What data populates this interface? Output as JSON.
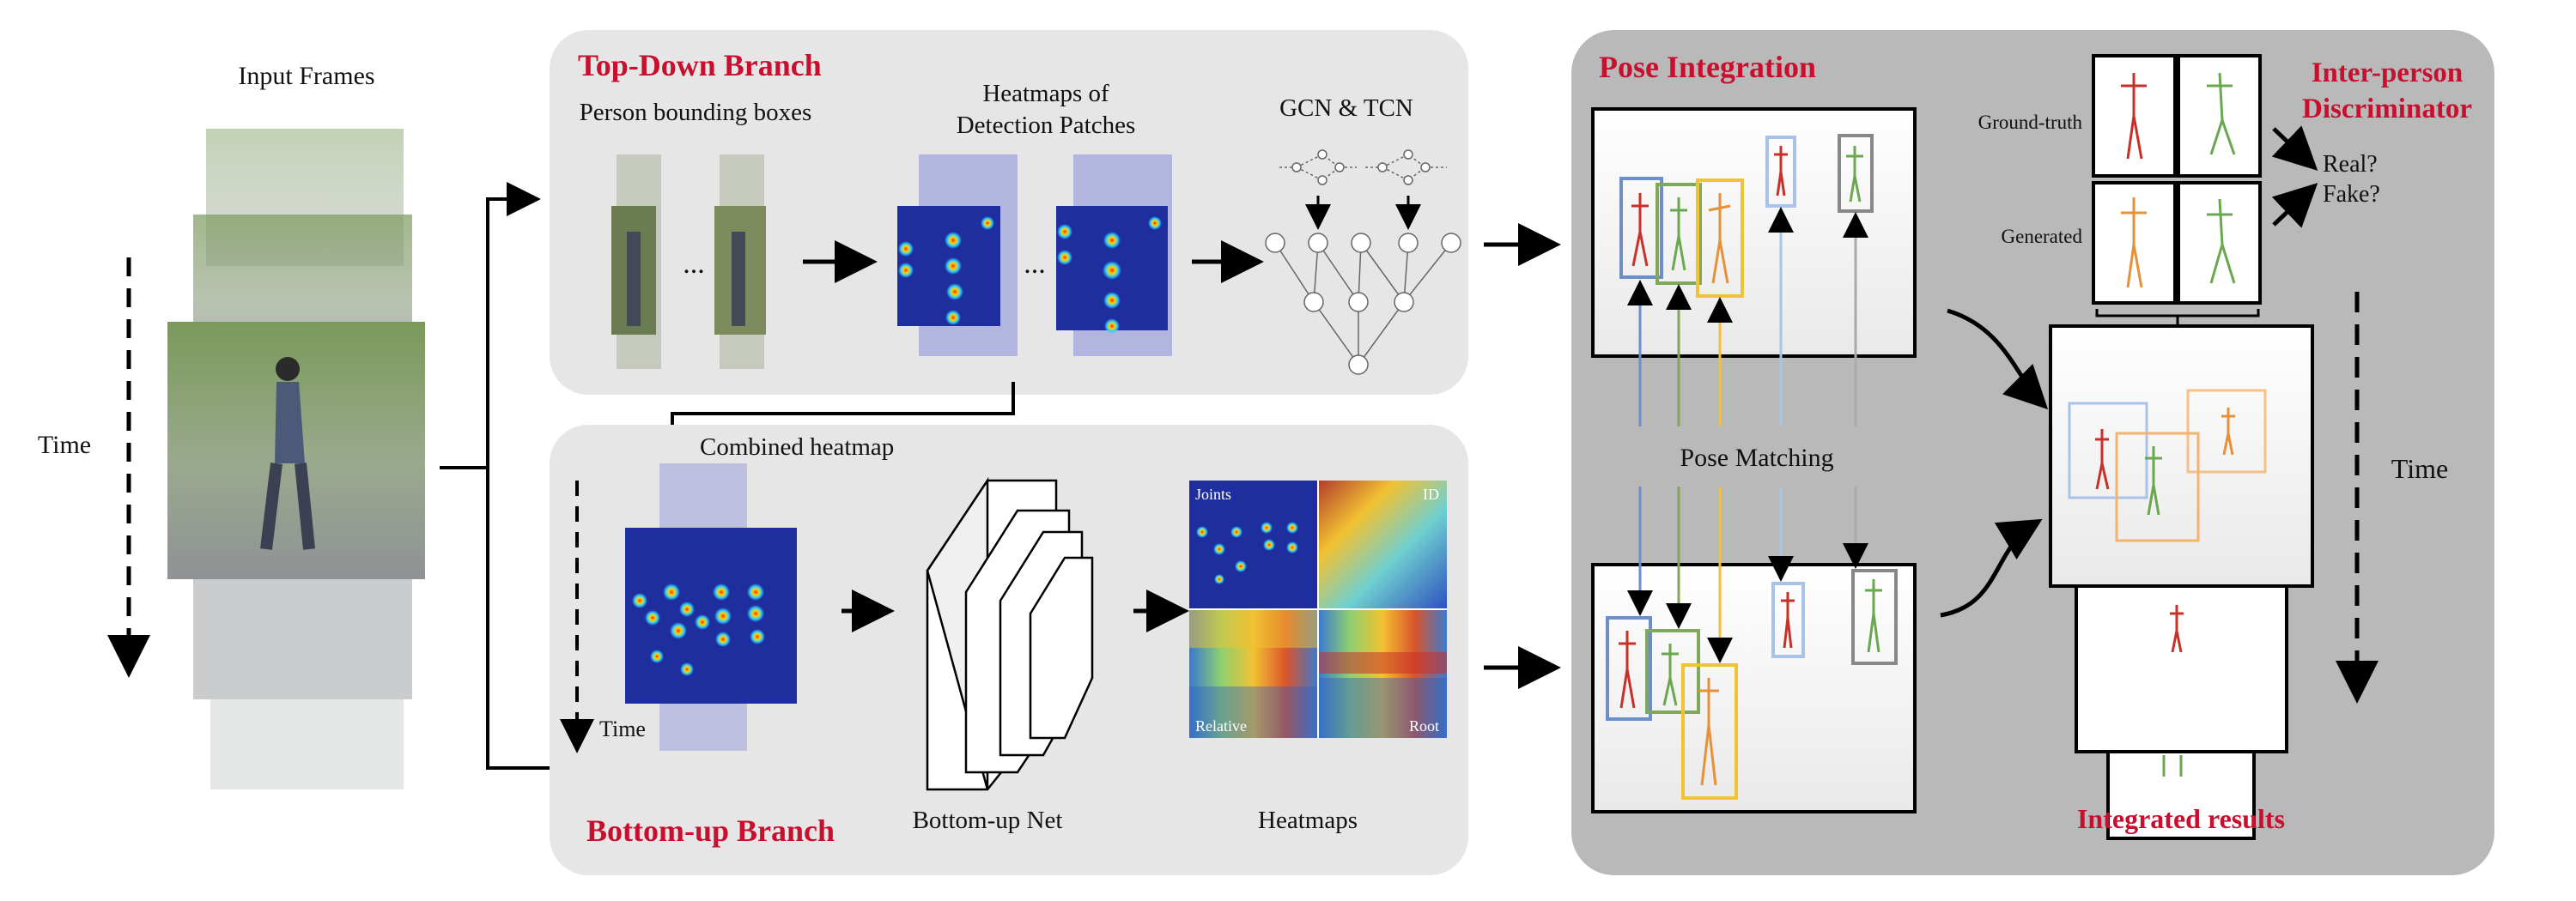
{
  "input": {
    "title": "Input Frames",
    "time_label": "Time"
  },
  "top_down": {
    "title": "Top-Down Branch",
    "bbox_label": "Person bounding boxes",
    "heatmaps_label_line1": "Heatmaps of",
    "heatmaps_label_line2": "Detection Patches",
    "gcn_label": "GCN & TCN",
    "ellipsis": "..."
  },
  "bottom_up": {
    "title": "Bottom-up Branch",
    "combined_label": "Combined heatmap",
    "time_label": "Time",
    "net_label": "Bottom-up Net",
    "heatmaps_label": "Heatmaps",
    "panels": {
      "joints": "Joints",
      "id": "ID",
      "relative": "Relative",
      "root": "Root"
    }
  },
  "integration": {
    "title": "Pose Integration",
    "matching_label": "Pose Matching",
    "results_label": "Integrated results",
    "time_label": "Time"
  },
  "discriminator": {
    "title_line1": "Inter-person",
    "title_line2": "Discriminator",
    "gt_label": "Ground-truth",
    "gen_label": "Generated",
    "real_label": "Real?",
    "fake_label": "Fake?"
  },
  "colors": {
    "accent_red": "#c8102e",
    "panel_light": "#e6e6e6",
    "panel_dark": "#b9b9b9",
    "heatmap_blue": "#1f2e9e",
    "box_blue": "#6d8fc9",
    "box_green": "#7fa85a",
    "box_yellow": "#f1c232",
    "box_lightblue": "#a9c3e8",
    "box_gray": "#888888",
    "box_orange": "#f6b26b"
  }
}
